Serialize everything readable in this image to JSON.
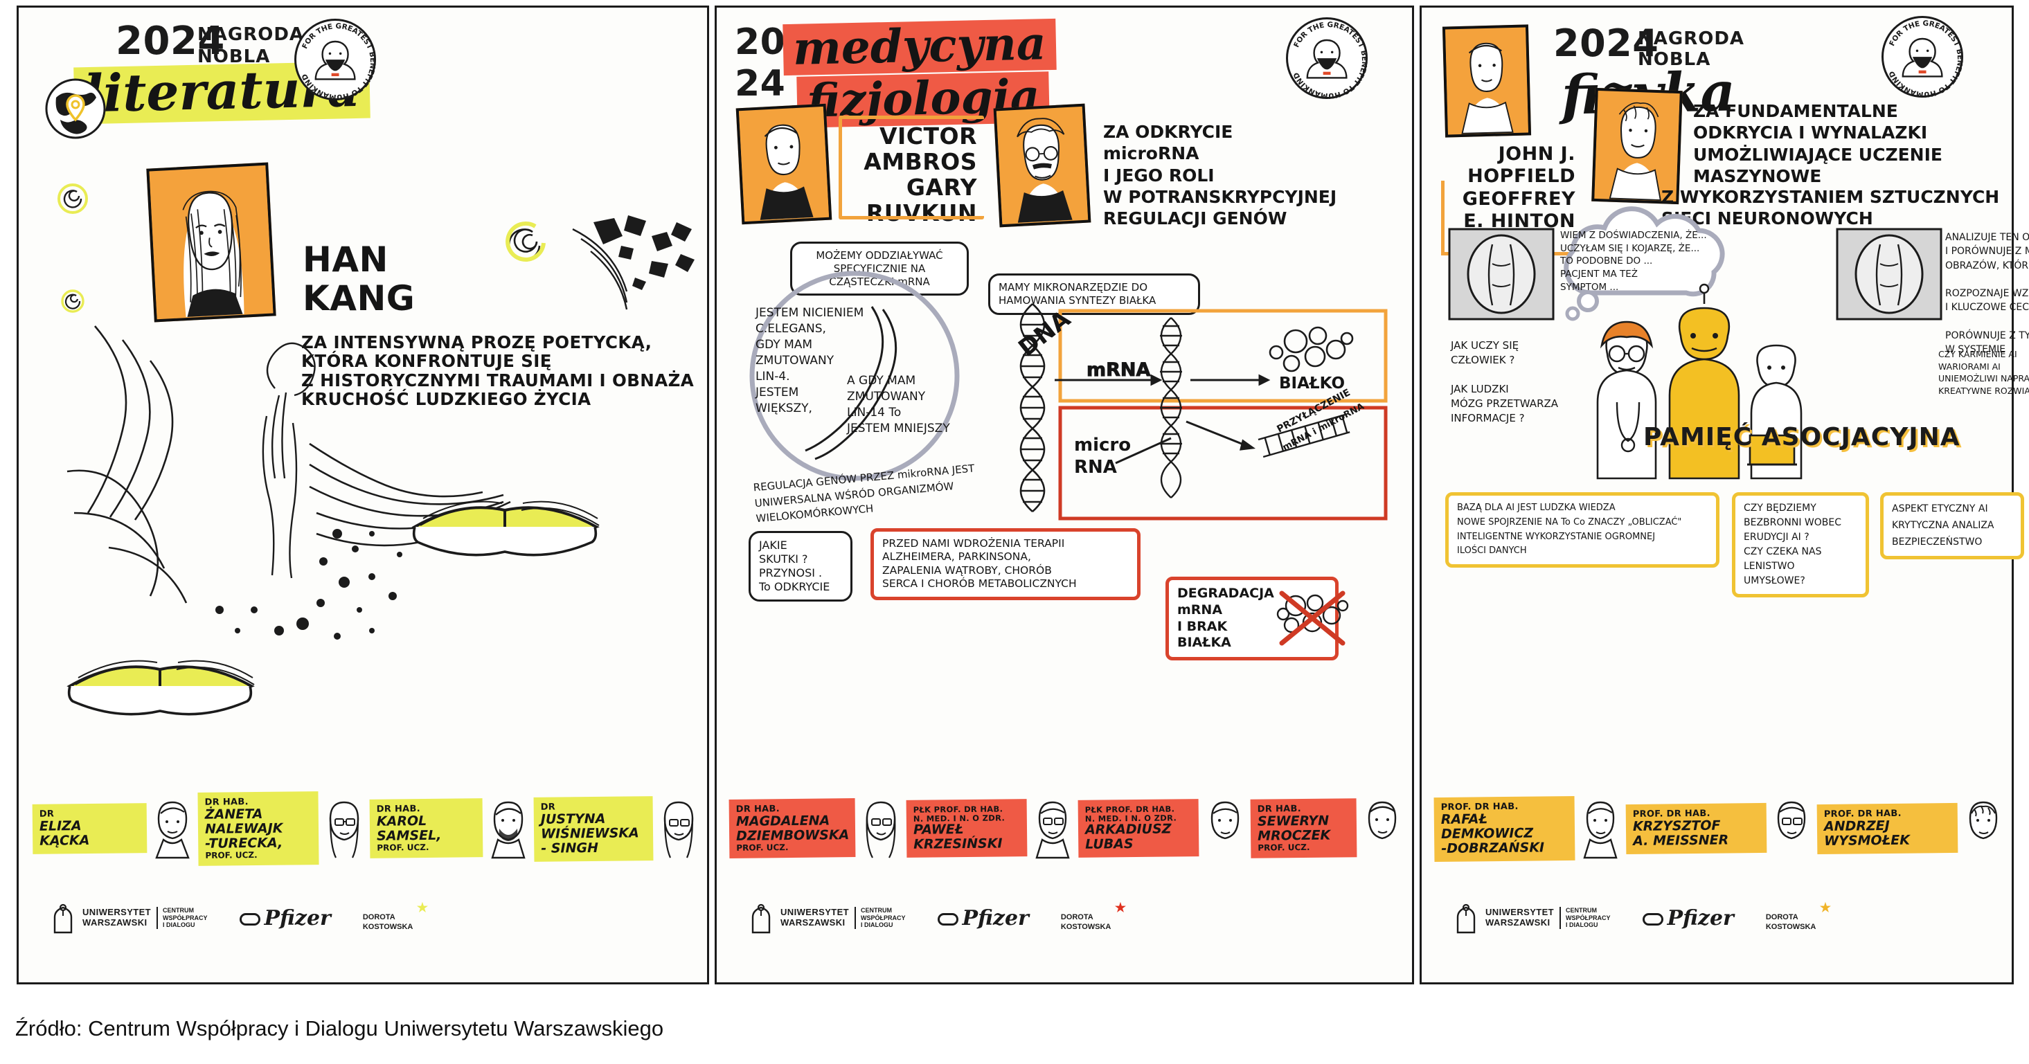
{
  "caption": "Źródło: Centrum Współpracy i Dialogu Uniwersytetu Warszawskiego",
  "medal_ring_text": "FOR THE GREATEST BENEFIT TO HUMANKIND",
  "panels": [
    {
      "id": "literatura",
      "year": "2024",
      "award_line1": "NAGRODA",
      "award_line2": "NOBLA",
      "title": "literatura",
      "title_highlight": "#e9ec54",
      "laureate_name": "HAN\nKANG",
      "citation": "ZA INTENSYWNĄ  PROZĘ POETYCKĄ,\nKTÓRA KONFRONTUJE SIĘ\nZ HISTORYCZNYMI TRAUMAMI I OBNAŻA\nKRUCHOŚĆ LUDZKIEGO ŻYCIA",
      "speakers": [
        {
          "pre": "DR",
          "name": "ELIZA\nKĄCKA",
          "post": ""
        },
        {
          "pre": "DR HAB.",
          "name": "ŻANETA\nNALEWAJK\n-TURECKA,",
          "post": "PROF. UCZ."
        },
        {
          "pre": "DR HAB.",
          "name": "KAROL\nSAMSEL,",
          "post": "PROF. UCZ."
        },
        {
          "pre": "DR",
          "name": "JUSTYNA\nWIŚNIEWSKA\n- SINGH",
          "post": ""
        }
      ],
      "strip_color": "#e9ec54",
      "dorota_star_color": "#e9ec54"
    },
    {
      "id": "medycyna",
      "year_top": "20",
      "year_bottom": "24",
      "award_line1": "",
      "award_line2": "",
      "title_line1": "medycyna",
      "title_line2": "fizjologia",
      "title_highlight": "#ef5a45",
      "laureate_names": "VICTOR\nAMBROS\nGARY\nRUVKUN",
      "citation": "ZA ODKRYCIE\nmicroRNA\nI JEGO ROLI\nW POTRANSKRYPCYJNEJ\nREGULACJI GENÓW",
      "bubbles": [
        "MOŻEMY ODDZIAŁYWAĆ\nSPECYFICZNIE NA\nCZĄSTECZKI mRNA",
        "MAMY MIKRONARZĘDZIE DO\nHAMOWANIA SYNTEZY BIAŁKA",
        "JAKIE\nSKUTKI ?\nPRZYNOSI .\nTo ODKRYCIE"
      ],
      "worm_text_left": "JESTEM NICIENIEM\nC.ELEGANS,\nGDY MAM\nZMUTOWANY\nLIN-4.\nJESTEM\nWIĘKSZY,",
      "worm_text_right": "A GDY MAM\nZMUTOWANY\nLIN-14 To\nJESTEM MNIEJSZY",
      "curved_note": "REGULACJA GENÓW PRZEZ mikroRNA JEST UNIWERSALNA WŚRÓD ORGANIZMÓW WIELOKOMÓRKOWYCH",
      "diagram": {
        "dna_label": "DNA",
        "mrna_label": "mRNA",
        "protein_label": "BIAŁKO",
        "micro_rna_label": "micro\nRNA",
        "binding_label": "PRZYŁĄCZENIE\nmRNA i mikroRNA",
        "degradation_label": "DEGRADACJA\nmRNA\nI BRAK\nBIAŁKA"
      },
      "therapy_box": "PRZED NAMI WDROŻENIA TERAPII\nALZHEIMERA, PARKINSONA,\nZAPALENIA WĄTROBY, CHORÓB\nSERCA I CHORÓB METABOLICZNYCH",
      "speakers": [
        {
          "pre": "DR HAB.",
          "name": "MAGDALENA\nDZIEMBOWSKA",
          "post": "PROF. UCZ."
        },
        {
          "pre": "PŁK PROF. DR HAB.\nN. MED. I N. O ZDR.",
          "name": "PAWEŁ\nKRZESIŃSKI",
          "post": ""
        },
        {
          "pre": "PŁK PROF. DR HAB.\nN. MED. I N. O ZDR.",
          "name": "ARKADIUSZ\nLUBAS",
          "post": ""
        },
        {
          "pre": "DR HAB.",
          "name": "SEWERYN\nMROCZEK",
          "post": "PROF. UCZ."
        }
      ],
      "strip_color": "#ef5a45",
      "dorota_star_color": "#e0321f"
    },
    {
      "id": "fizyka",
      "year": "2024",
      "award_line1": "NAGRODA",
      "award_line2": "NOBLA",
      "title": "fizyka",
      "laureate_names": "JOHN J.\nHOPFIELD\nGEOFFREY\nE. HINTON",
      "citation": "ZA FUNDAMENTALNE\nODKRYCIA I WYNALAZKI\nUMOŻLIWIAJĄCE UCZENIE\nMASZYNOWE",
      "citation2": "Z WYKORZYSTANIEM SZTUCZNYCH\nSIECI NEURONOWYCH",
      "thought_bubble": "WIEM Z DOŚWIADCZENIA, ŻE...\nUCZYŁAM SIĘ I KOJARZĘ, ŻE...\nTO PODOBNE DO ...\nPACJENT MA TEŻ\nSYMPTOM ...",
      "ai_notes": "ANALIZUJE TEN OBRAZ\nI PORÓWNUJE Z MILIONAMI\nOBRAZÓW, KTÓRE WIDZIAŁEM\n\nROZPOZNAJE WZORCE\nI KLUCZOWE CECHY\n\nPORÓWNUJE Z TYM, CO MAM\nW SYSTEMIE",
      "questions_left": "JAK UCZY SIĘ\nCZŁOWIEK ?\n\nJAK LUDZKI\nMÓZG PRZETWARZA\nINFORMACJE ?",
      "question_right": "CZY KARMIENIE AI\nWARIORAMI AI\nUNIEMOŻLIWI NAPRAWDĘ\nKREATYWNE ROZWIĄZANIA ?",
      "banner": "PAMIĘĆ ASOCJACYJNA",
      "boxes": [
        "BAZĄ DLA AI JEST LUDZKA WIEDZA\nNOWE SPOJRZENIE NA To Co ZNACZY „OBLICZAĆ\"\nINTELIGENTNE WYKORZYSTANIE OGROMNEJ\nILOŚCI DANYCH",
        "CZY BĘDZIEMY\nBEZBRONNI WOBEC\nERUDYCJI AI ?\nCZY CZEKA NAS\nLENISTWO UMYSŁOWE?",
        "ASPEKT ETYCZNY AI\nKRYTYCZNA ANALIZA\nBEZPIECZEŃSTWO"
      ],
      "speakers": [
        {
          "pre": "PROF. DR HAB.",
          "name": "RAFAŁ\nDEMKOWICZ\n-DOBRZAŃSKI",
          "post": ""
        },
        {
          "pre": "PROF. DR HAB.",
          "name": "KRZYSZTOF\nA. MEISSNER",
          "post": ""
        },
        {
          "pre": "PROF. DR HAB.",
          "name": "ANDRZEJ\nWYSMOŁEK",
          "post": ""
        }
      ],
      "strip_color": "#f5bf3e",
      "dorota_star_color": "#f0b429"
    }
  ],
  "footer_logos": {
    "university_line1": "UNIWERSYTET",
    "university_line2": "WARSZAWSKI",
    "cwid_line1": "CENTRUM",
    "cwid_line2": "WSPÓŁPRACY",
    "cwid_line3": "I DIALOGU",
    "pfizer": "Pfizer",
    "artist_line1": "DOROTA",
    "artist_line2": "KOSTOWSKA"
  }
}
